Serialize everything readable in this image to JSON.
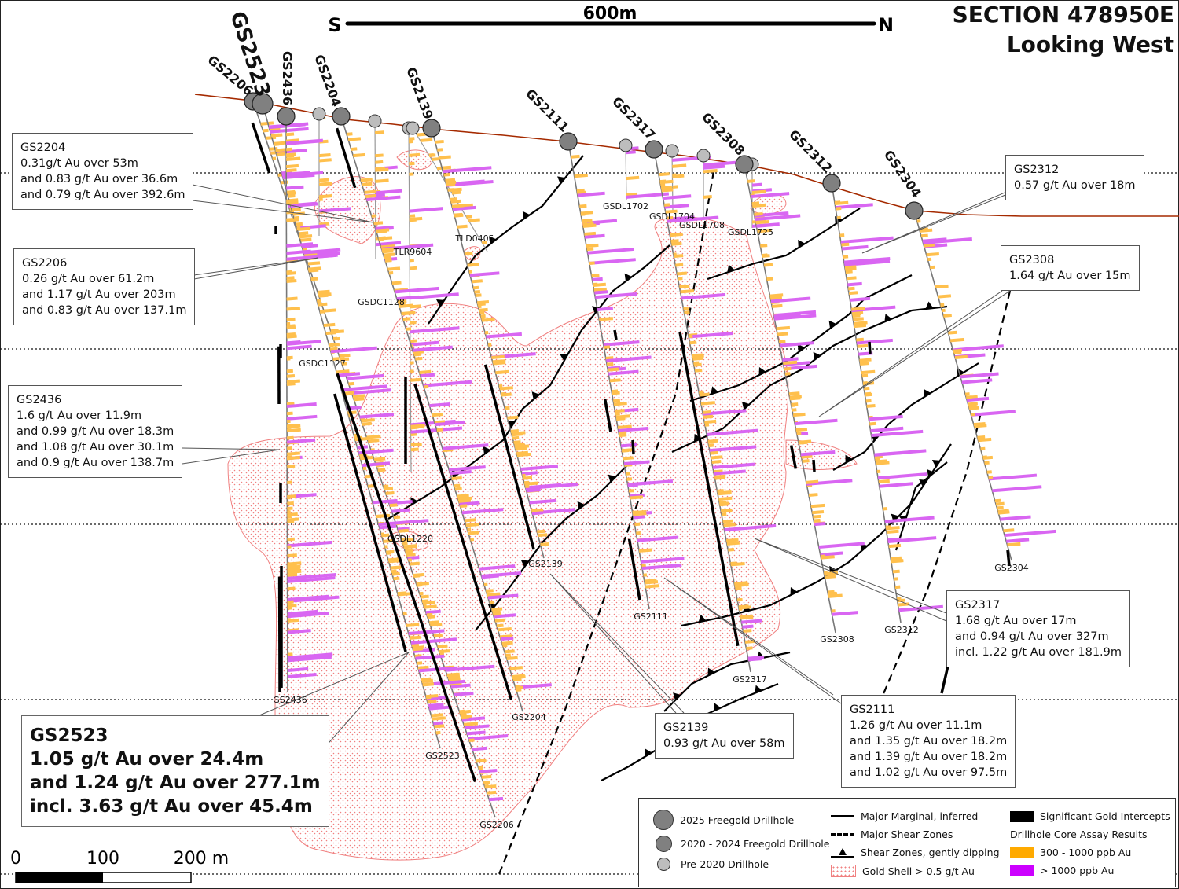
{
  "title": {
    "line1": "SECTION 478950E",
    "line2": "Looking West"
  },
  "top_scale": {
    "label": "600m",
    "left": "S",
    "right": "N"
  },
  "bottom_scale": {
    "ticks": [
      "0",
      "100",
      "200 m"
    ]
  },
  "drillholes_2025": [
    {
      "name": "GS2523"
    }
  ],
  "drillholes_freegold": [
    {
      "name": "GS2206"
    },
    {
      "name": "GS2436"
    },
    {
      "name": "GS2204"
    },
    {
      "name": "GS2139"
    },
    {
      "name": "GS2111"
    },
    {
      "name": "GS2317"
    },
    {
      "name": "GS2308"
    },
    {
      "name": "GS2312"
    },
    {
      "name": "GS2304"
    }
  ],
  "end_labels": [
    "GS2206",
    "GS2523",
    "GS2436",
    "GS2204",
    "GS2139",
    "GS2111",
    "GS2317",
    "GS2308",
    "GS2312",
    "GS2304"
  ],
  "historic_labels": [
    "GSDL1702",
    "GSDL1704",
    "GSDL1708",
    "GSDL1725",
    "TLD0405",
    "TLR9604",
    "GSDC1128",
    "GSDC1127",
    "GSDL1220"
  ],
  "callouts": [
    {
      "id": "gs2204",
      "lines": [
        "GS2204",
        "0.31g/t Au over 53m",
        "and 0.83 g/t Au over 36.6m",
        "and 0.79 g/t Au over 392.6m"
      ]
    },
    {
      "id": "gs2206",
      "lines": [
        "GS2206",
        "0.26 g/t Au over 61.2m",
        "and 1.17 g/t Au over 203m",
        "and 0.83 g/t Au over 137.1m"
      ]
    },
    {
      "id": "gs2436",
      "lines": [
        "GS2436",
        "1.6 g/t Au over 11.9m",
        "and 0.99 g/t Au over 18.3m",
        "and 1.08 g/t Au over 30.1m",
        "and 0.9 g/t Au over 138.7m"
      ]
    },
    {
      "id": "gs2523",
      "lines": [
        "GS2523",
        "1.05 g/t Au over 24.4m",
        "and 1.24 g/t Au over 277.1m",
        "incl. 3.63 g/t Au over 45.4m"
      ]
    },
    {
      "id": "gs2139",
      "lines": [
        "GS2139",
        "0.93 g/t Au over 58m"
      ]
    },
    {
      "id": "gs2111",
      "lines": [
        "GS2111",
        "1.26 g/t Au over 11.1m",
        "and 1.35 g/t Au over 18.2m",
        "and 1.39 g/t Au over 18.2m",
        "and 1.02 g/t Au over 97.5m"
      ]
    },
    {
      "id": "gs2317",
      "lines": [
        "GS2317",
        "1.68 g/t Au over 17m",
        "and 0.94 g/t Au over 327m",
        "incl. 1.22 g/t Au over 181.9m"
      ]
    },
    {
      "id": "gs2312",
      "lines": [
        "GS2312",
        "0.57 g/t Au over 18m"
      ]
    },
    {
      "id": "gs2308",
      "lines": [
        "GS2308",
        "1.64 g/t Au over 15m"
      ]
    }
  ],
  "legend": {
    "drill_2025": "2025 Freegold Drillhole",
    "drill_2020": "2020 - 2024 Freegold Drillhole",
    "drill_pre": "Pre-2020 Drillhole",
    "marginal": "Major Marginal, inferred",
    "shear_major": "Major Shear Zones",
    "shear_gentle": "Shear Zones, gently dipping",
    "gold_shell": "Gold Shell > 0.5 g/t Au",
    "intercepts": "Significant Gold Intercepts",
    "assay_title": "Drillhole Core Assay Results",
    "assay_low": "300 - 1000 ppb Au",
    "assay_high": "> 1000 ppb Au"
  },
  "colors": {
    "orange": "#ffaa00",
    "purple": "#cc00ff",
    "light_purple": "#d966f2",
    "light_orange": "#ffc04d",
    "shell": "#f08080",
    "topo": "#a52a00",
    "collar": "#808080",
    "collar_pre": "#bdbdbd"
  }
}
